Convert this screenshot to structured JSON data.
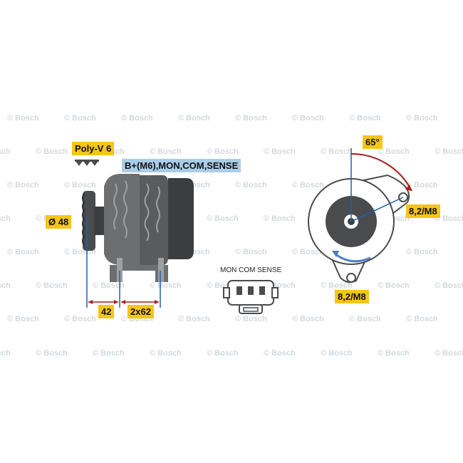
{
  "watermark": "© Bosch",
  "labels": {
    "belt": "Poly-V 6",
    "terminals": "B+(M6),MON,COM,SENSE",
    "pulley_diameter": "Ø 48",
    "dim_front": "42",
    "dim_mount": "2x62",
    "connector": "MON COM SENSE",
    "angle": "65°",
    "bolt_upper": "8,2/M8",
    "bolt_lower": "8,2/M8"
  },
  "colors": {
    "tag_yellow": "#f5c518",
    "tag_blue": "#a9cde8",
    "body_gray": "#6d6e70",
    "dark_gray": "#3c3d3f",
    "dim_red": "#a81e1e",
    "arrow_blue": "#4a7fc1",
    "axis_blue": "#1f5fa8"
  }
}
